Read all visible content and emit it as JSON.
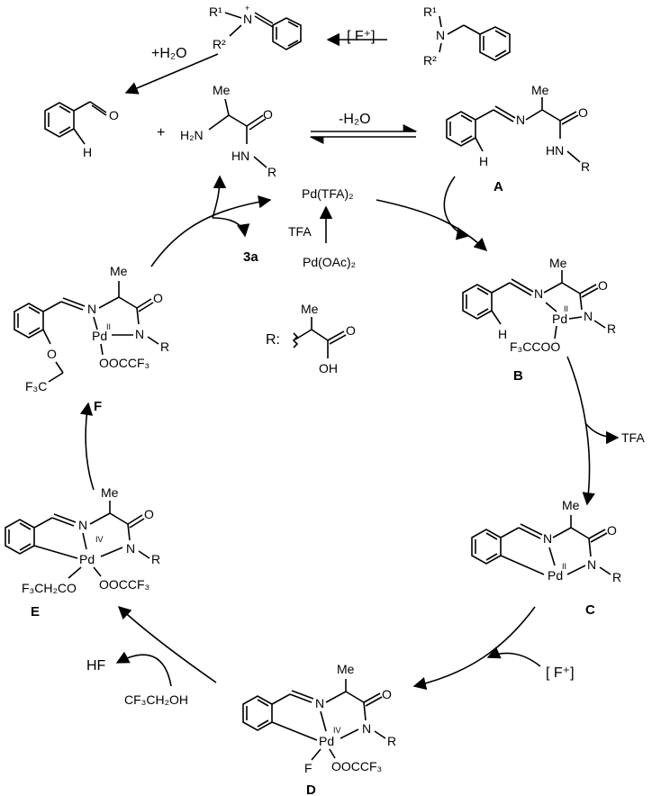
{
  "top": {
    "iminium_r1": "R¹",
    "iminium_r2": "R²",
    "iminium_n": "N",
    "plus": "+",
    "f_plus_reagent": "[ F⁺]",
    "amine_r1": "R¹",
    "amine_r2": "R²",
    "amine_n": "N",
    "water_add": "+H₂O",
    "water_loss": "-H₂O",
    "aldehyde_o": "O",
    "aldehyde_h": "H",
    "plus_sign": "+",
    "amine_me": "Me",
    "amine_h2n": "H₂N",
    "amine_o": "O",
    "amine_hn": "HN",
    "amine_r": "R"
  },
  "center": {
    "pd_tfa2": "Pd(TFA)₂",
    "tfa": "TFA",
    "pd_oac2": "Pd(OAc)₂",
    "product": "3a",
    "r_label": "R:",
    "r_me": "Me",
    "r_o": "O",
    "r_oh": "OH"
  },
  "compounds": {
    "A": {
      "label": "A",
      "me": "Me",
      "n": "N",
      "o": "O",
      "hn": "HN",
      "r": "R",
      "h": "H"
    },
    "B": {
      "label": "B",
      "me": "Me",
      "n": "N",
      "o": "O",
      "pd": "Pd",
      "ox": "II",
      "nr": "N",
      "r": "R",
      "h": "H",
      "lig": "F₃CCOO"
    },
    "C": {
      "label": "C",
      "me": "Me",
      "n": "N",
      "o": "O",
      "pd": "Pd",
      "ox": "II",
      "nr": "N",
      "r": "R"
    },
    "D": {
      "label": "D",
      "me": "Me",
      "n": "N",
      "o": "O",
      "pd": "Pd",
      "ox": "IV",
      "nr": "N",
      "r": "R",
      "f": "F",
      "lig": "OOCCF₃"
    },
    "E": {
      "label": "E",
      "me": "Me",
      "n": "N",
      "o": "O",
      "pd": "Pd",
      "ox": "IV",
      "nr": "N",
      "r": "R",
      "lig1": "F₃CH₂CO",
      "lig2": "OOCCF₃"
    },
    "F": {
      "label": "F",
      "me": "Me",
      "n": "N",
      "o": "O",
      "pd": "Pd",
      "ox": "II",
      "nr": "N",
      "r": "R",
      "ether_o": "O",
      "cf3": "F₃C",
      "lig": "OOCCF₃"
    }
  },
  "side": {
    "tfa_out": "TFA",
    "f_plus": "[ F⁺]",
    "hf": "HF",
    "tfe": "CF₃CH₂OH"
  }
}
